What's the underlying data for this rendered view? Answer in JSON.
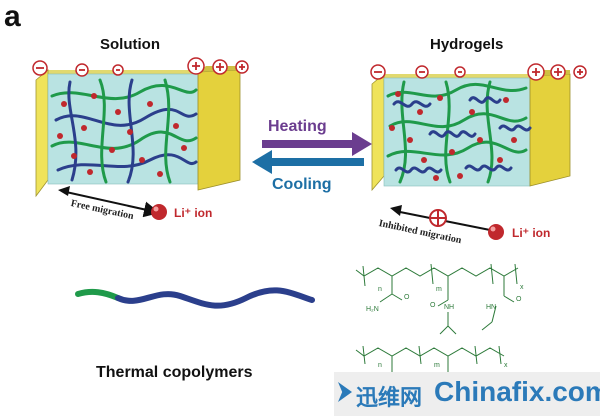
{
  "panel_label": "a",
  "left_box": {
    "title": "Solution",
    "migration_label": "Free migration",
    "ion_label": "Li⁺ ion"
  },
  "right_box": {
    "title": "Hydrogels",
    "migration_label": "Inhibited migration",
    "ion_label": "Li⁺ ion"
  },
  "arrows": {
    "heating_label": "Heating",
    "cooling_label": "Cooling",
    "heating_color": "#6b3d8f",
    "cooling_color": "#1d6fa5"
  },
  "copolymer_caption": "Thermal copolymers",
  "structure_labels": {
    "n": "n",
    "m": "m",
    "x": "x",
    "amide_left": "H₂N",
    "o": "O",
    "nh": "NH",
    "hn": "HN"
  },
  "watermark": {
    "cn": "迅维网",
    "en": "Chinafix.com"
  },
  "colors": {
    "electrode": "#e8d84a",
    "electrolyte": "#a8dcd8",
    "chain_green": "#1f9a4a",
    "chain_blue": "#2b3f8c",
    "ion_red": "#c0282d"
  }
}
